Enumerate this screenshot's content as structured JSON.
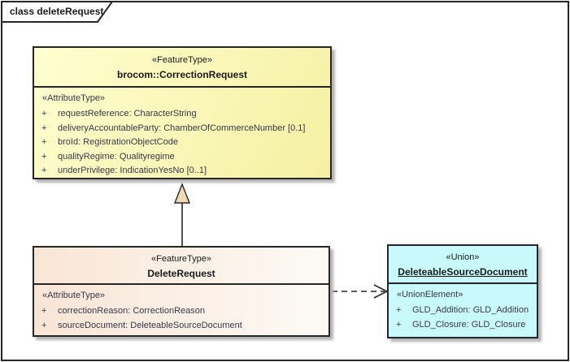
{
  "colors": {
    "frame_border": "#262626",
    "box_border": "#262626",
    "yellow_light": "#fffed0",
    "yellow": "#f5f0a2",
    "peach": "#f9e5d5",
    "peach_light": "#fdfaf6",
    "cyan": "#c9fafb",
    "triangle_fill": "#f0dcb4",
    "shadow": "#b5b5b5",
    "attr_text": "#38384a",
    "title_text": "#1a1a1a"
  },
  "frame": {
    "label": "class deleteRequest"
  },
  "correctionRequest": {
    "stereotype": "«FeatureType»",
    "name": "brocom::CorrectionRequest",
    "attr_stereotype": "«AttributeType»",
    "attributes": [
      {
        "vis": "+",
        "text": "requestReference: CharacterString"
      },
      {
        "vis": "+",
        "text": "deliveryAccountableParty: ChamberOfCommerceNumber [0.1]"
      },
      {
        "vis": "+",
        "text": "broId: RegistrationObjectCode"
      },
      {
        "vis": "+",
        "text": "qualityRegime: Qualityregime"
      },
      {
        "vis": "+",
        "text": "underPrivilege: IndicationYesNo [0..1]"
      }
    ]
  },
  "deleteRequest": {
    "stereotype": "«FeatureType»",
    "name": "DeleteRequest",
    "attr_stereotype": "«AttributeType»",
    "attributes": [
      {
        "vis": "+",
        "text": "correctionReason: CorrectionReason"
      },
      {
        "vis": "+",
        "text": "sourceDocument: DeleteableSourceDocument"
      }
    ]
  },
  "deleteableSourceDocument": {
    "stereotype": "«Union»",
    "name": "DeleteableSourceDocument",
    "attr_stereotype": "«UnionElement»",
    "attributes": [
      {
        "vis": "+",
        "text": "GLD_Addition: GLD_Addition"
      },
      {
        "vis": "+",
        "text": "GLD_Closure: GLD_Closure"
      }
    ]
  },
  "connectors": {
    "generalization": {
      "type": "generalization",
      "from": "DeleteRequest",
      "to": "brocom::CorrectionRequest"
    },
    "dependency": {
      "type": "dependency",
      "from": "DeleteRequest",
      "to": "DeleteableSourceDocument"
    }
  }
}
